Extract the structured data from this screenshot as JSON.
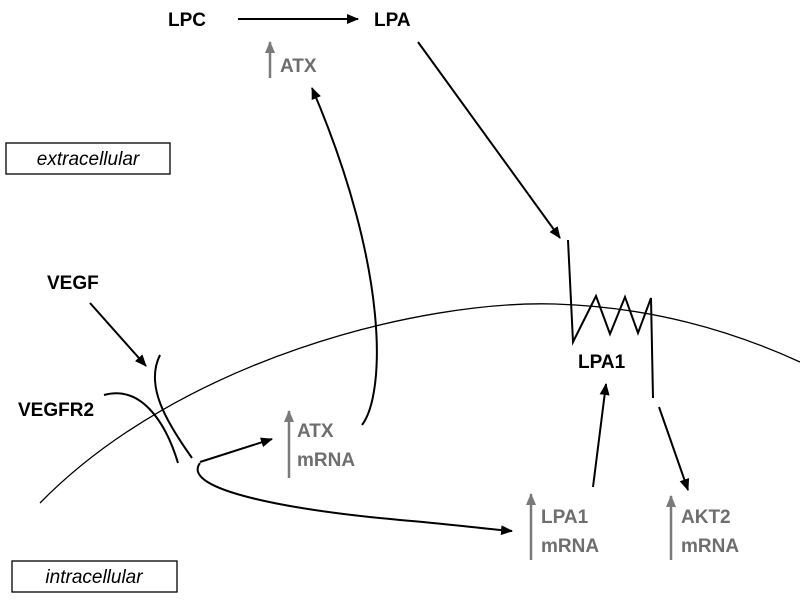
{
  "labels": {
    "lpc": "LPC",
    "lpa": "LPA",
    "atx_protein": "ATX",
    "vegf": "VEGF",
    "vegfr2": "VEGFR2",
    "lpa1_receptor": "LPA1",
    "atx_mrna_line1": "ATX",
    "atx_mrna_line2": "mRNA",
    "lpa1_mrna_line1": "LPA1",
    "lpa1_mrna_line2": "mRNA",
    "akt2_mrna_line1": "AKT2",
    "akt2_mrna_line2": "mRNA",
    "extracellular": "extracellular",
    "intracellular": "intracellular"
  },
  "colors": {
    "black_text": "#000000",
    "gray_text": "#6e6e6e",
    "up_arrow": "#7a7a7a"
  }
}
